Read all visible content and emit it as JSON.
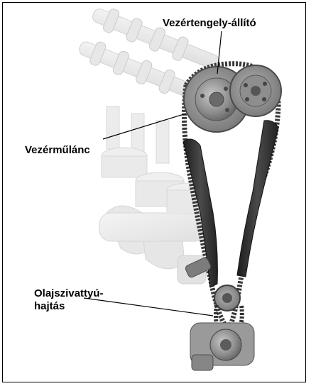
{
  "labels": {
    "camshaft_adjuster": "Vezértengely-állító",
    "timing_chain": "Vezérműlánc",
    "oil_pump_drive_line1": "Olajszivattyú-",
    "oil_pump_drive_line2": "hajtás"
  },
  "colors": {
    "engine_ghost": "#e6e6e6",
    "metal": "#8a8a8a",
    "chain_dark": "#3a3a3a",
    "guide_dark": "#2b2b2b",
    "leader_line": "#000000"
  }
}
